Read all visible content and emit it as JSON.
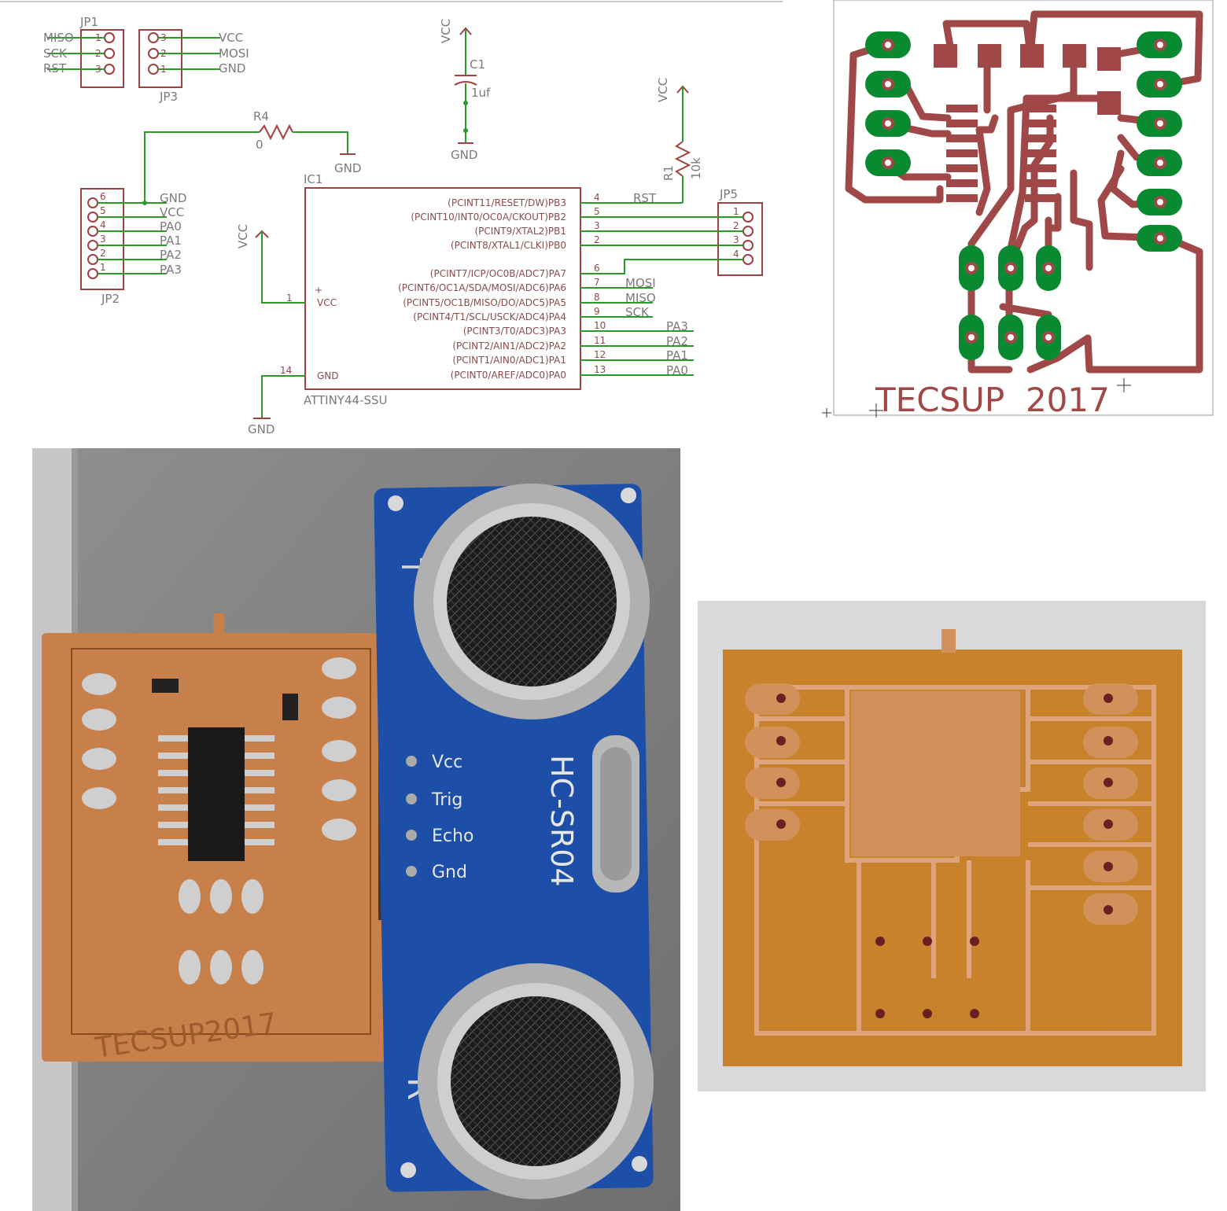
{
  "schematic": {
    "jp1": {
      "name": "JP1",
      "pins": [
        "1",
        "2",
        "3"
      ],
      "signals": [
        "MISO",
        "SCK",
        "RST"
      ]
    },
    "jp3": {
      "name": "JP3",
      "pins": [
        "3",
        "2",
        "1"
      ],
      "signals": [
        "VCC",
        "MOSI",
        "GND"
      ]
    },
    "jp2": {
      "name": "JP2",
      "pins": [
        "6",
        "5",
        "4",
        "3",
        "2",
        "1"
      ],
      "signals": [
        "GND",
        "VCC",
        "PA0",
        "PA1",
        "PA2",
        "PA3"
      ]
    },
    "jp5": {
      "name": "JP5",
      "pins": [
        "1",
        "2",
        "3",
        "4"
      ]
    },
    "r4": {
      "name": "R4",
      "value": "0"
    },
    "r1": {
      "name": "R1",
      "value": "10k"
    },
    "c1": {
      "name": "C1",
      "value": "1uf"
    },
    "power": {
      "vcc": "VCC",
      "gnd": "GND"
    },
    "ic1": {
      "name": "IC1",
      "part": "ATTINY44-SSU",
      "left_pins": [
        {
          "num": "1",
          "name": "VCC"
        },
        {
          "num": "14",
          "name": "GND"
        }
      ],
      "right_pins": [
        {
          "num": "4",
          "name": "(PCINT11/RESET/DW)PB3",
          "net": "RST"
        },
        {
          "num": "5",
          "name": "(PCINT10/INT0/OC0A/CKOUT)PB2",
          "net": ""
        },
        {
          "num": "3",
          "name": "(PCINT9/XTAL2)PB1",
          "net": ""
        },
        {
          "num": "2",
          "name": "(PCINT8/XTAL1/CLKI)PB0",
          "net": ""
        },
        {
          "num": "6",
          "name": "(PCINT7/ICP/OC0B/ADC7)PA7",
          "net": ""
        },
        {
          "num": "7",
          "name": "(PCINT6/OC1A/SDA/MOSI/ADC6)PA6",
          "net": "MOSI"
        },
        {
          "num": "8",
          "name": "(PCINT5/OC1B/MISO/DO/ADC5)PA5",
          "net": "MISO"
        },
        {
          "num": "9",
          "name": "(PCINT4/T1/SCL/USCK/ADC4)PA4",
          "net": "SCK"
        },
        {
          "num": "10",
          "name": "(PCINT3/T0/ADC3)PA3",
          "net": "PA3"
        },
        {
          "num": "11",
          "name": "(PCINT2/AIN1/ADC2)PA2",
          "net": "PA2"
        },
        {
          "num": "12",
          "name": "(PCINT1/AIN0/ADC1)PA1",
          "net": "PA1"
        },
        {
          "num": "13",
          "name": "(PCINT0/AREF/ADC0)PA0",
          "net": "PA0"
        }
      ]
    }
  },
  "pcb_layout": {
    "label": "TECSUP  2017",
    "trace_color": "#a04848",
    "pad_color": "#0a8a30"
  },
  "photo_assembled": {
    "board_text": "TECSUP2017",
    "sensor_name": "HC-SR04",
    "sensor_pins": [
      "Vcc",
      "Trig",
      "Echo",
      "Gnd"
    ],
    "transducer_labels": [
      "T",
      "R"
    ]
  }
}
